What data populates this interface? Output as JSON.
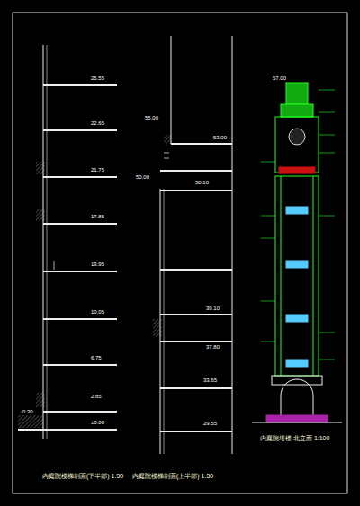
{
  "diagram": {
    "labels": [
      "25.55",
      "22.65",
      "21.75",
      "17.85",
      "13.95",
      "10.05",
      "6.75",
      "2.85",
      "±0.00",
      "-0.30",
      "55.00",
      "53.00",
      "50.00",
      "50.10",
      "39.10",
      "37.80",
      "33.65",
      "29.55",
      "57.00",
      "内庭院楼梯剖面(下半部) 1:50",
      "内庭院楼梯剖面(上半部) 1:50",
      "内庭院塔楼 北立面 1:100"
    ]
  }
}
